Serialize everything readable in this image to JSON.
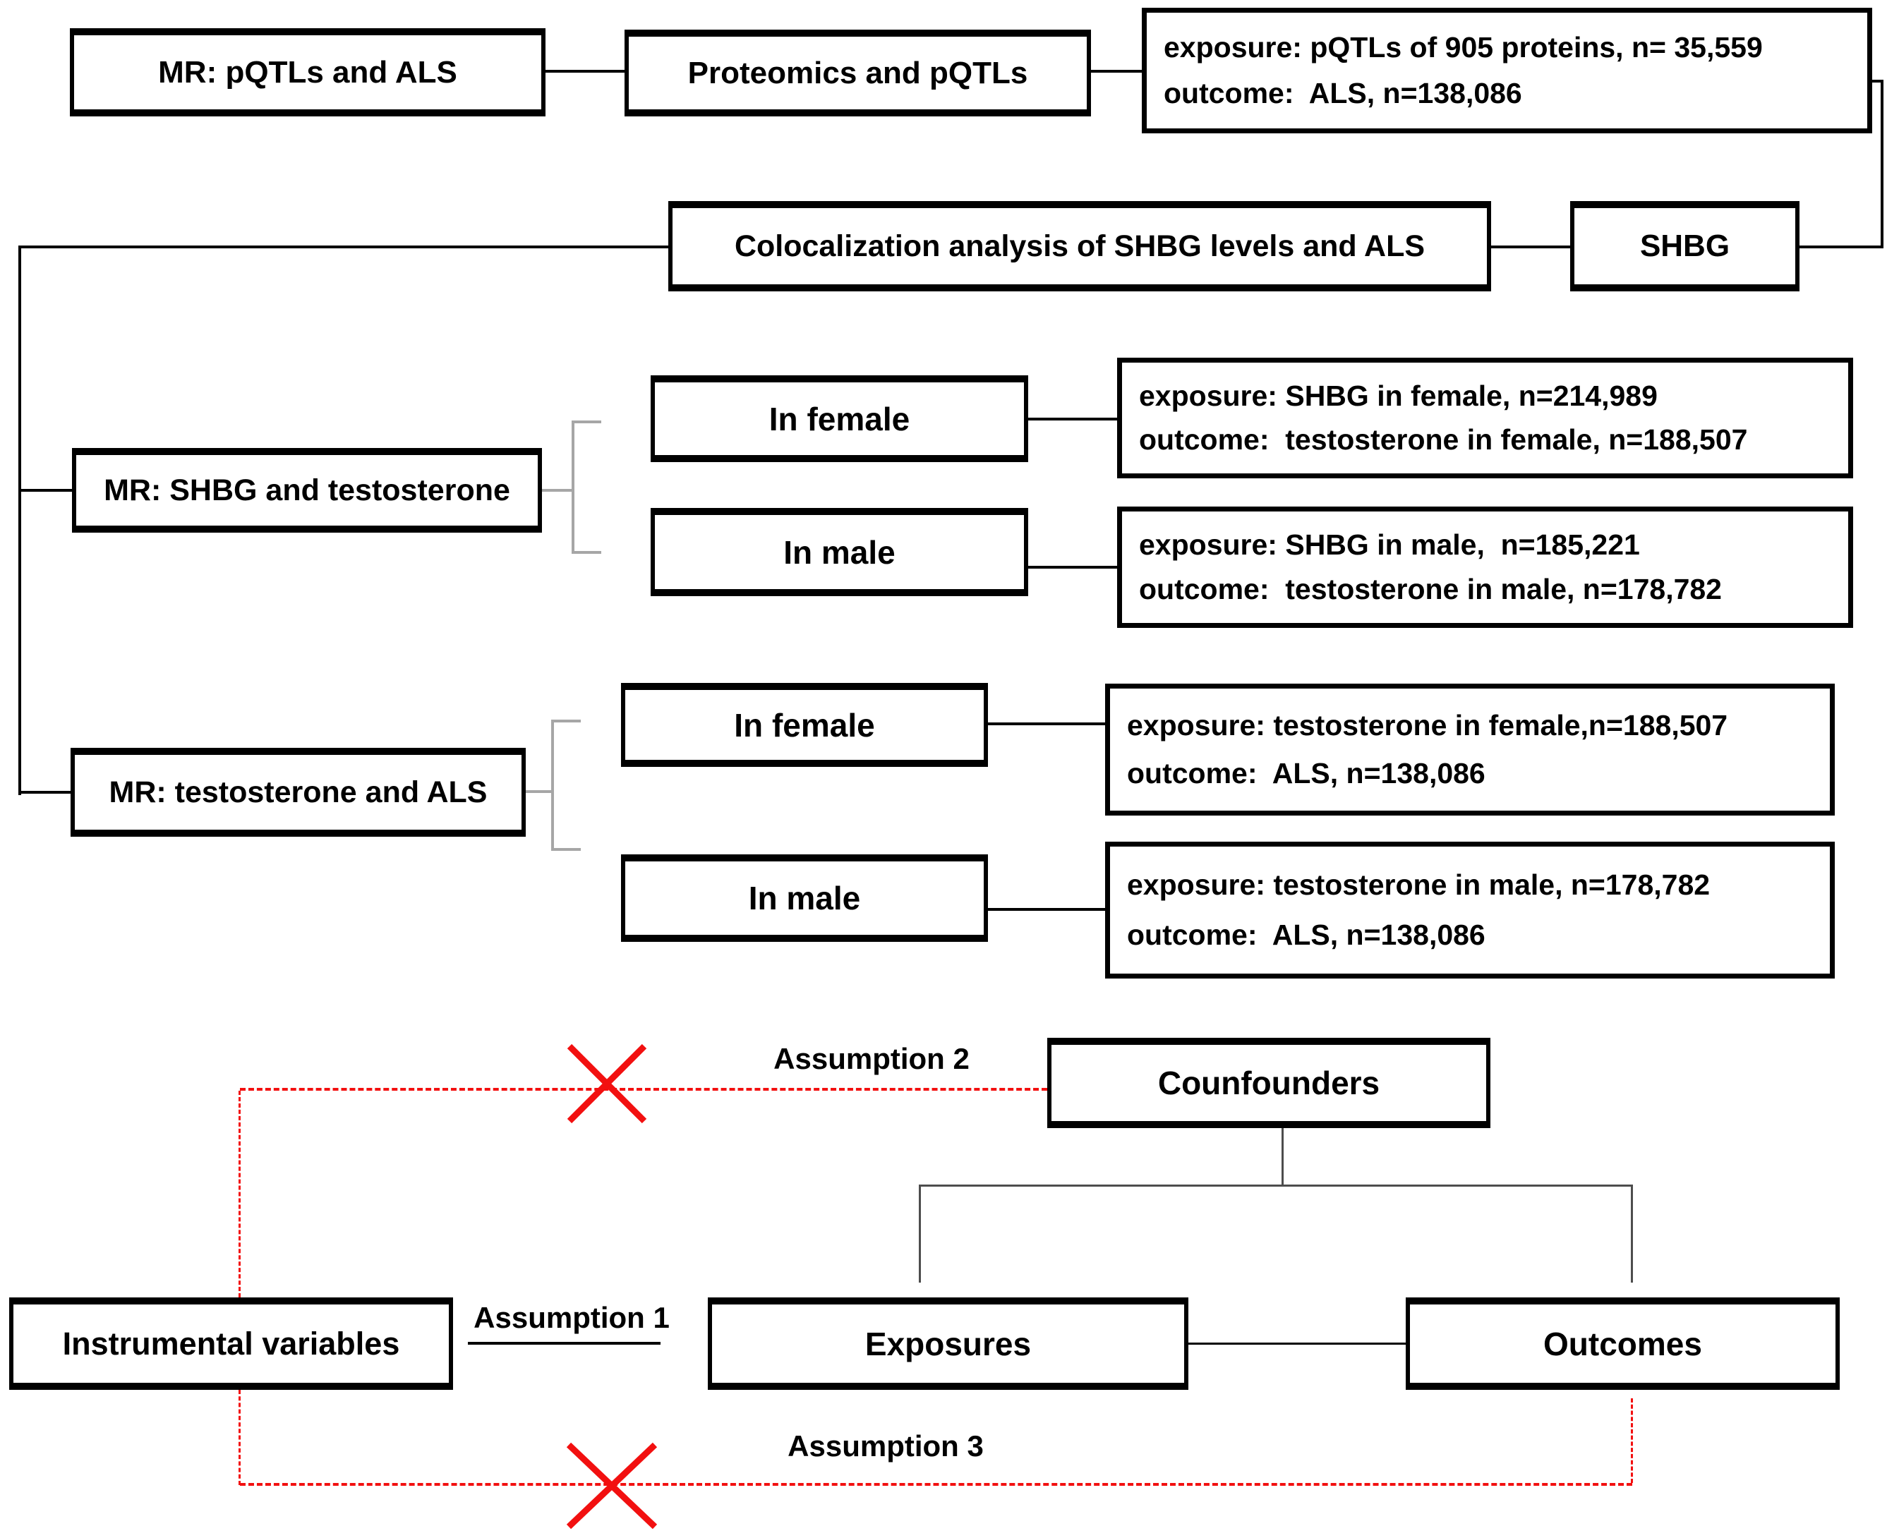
{
  "top_row": {
    "mr_pqtls_als": "MR: pQTLs and ALS",
    "proteomics_pqtls": "Proteomics and pQTLs",
    "detail": {
      "exposure": "exposure: pQTLs of 905 proteins, n= 35,559",
      "outcome": "outcome:  ALS, n=138,086"
    }
  },
  "colocalization_row": {
    "colocalization": "Colocalization analysis of SHBG levels and ALS",
    "shbg": "SHBG"
  },
  "mr_shbg_testosterone": {
    "label": "MR: SHBG and testosterone",
    "female": {
      "label": "In female",
      "exposure": "exposure: SHBG in female, n=214,989",
      "outcome": "outcome:  testosterone in female, n=188,507"
    },
    "male": {
      "label": "In male",
      "exposure": "exposure: SHBG in male,  n=185,221",
      "outcome": "outcome:  testosterone in male, n=178,782"
    }
  },
  "mr_testosterone_als": {
    "label": "MR: testosterone and ALS",
    "female": {
      "label": "In female",
      "exposure": "exposure: testosterone in female,n=188,507",
      "outcome": "outcome:  ALS, n=138,086"
    },
    "male": {
      "label": "In male",
      "exposure": "exposure: testosterone in male, n=178,782",
      "outcome": "outcome:  ALS, n=138,086"
    }
  },
  "mr_assumptions": {
    "instrumental_variables": "Instrumental variables",
    "exposures": "Exposures",
    "outcomes": "Outcomes",
    "confounders": "Counfounders",
    "assumption_1": "Assumption 1",
    "assumption_2": "Assumption 2",
    "assumption_3": "Assumption 3"
  },
  "colors": {
    "box_border": "#000000",
    "connector_black": "#000000",
    "bracket_gray": "#a6a6a6",
    "red": "#f21010"
  }
}
